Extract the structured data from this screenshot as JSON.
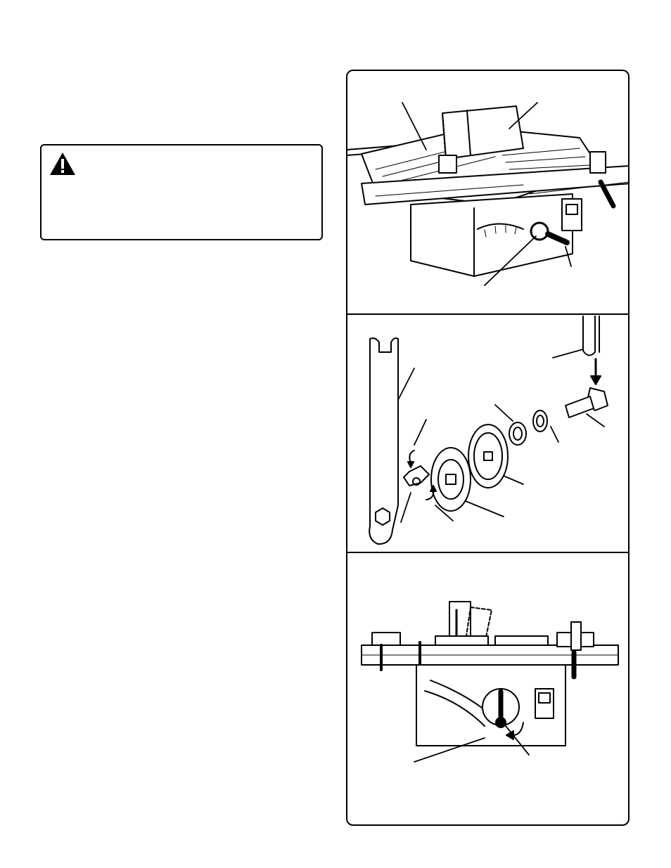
{
  "page": {
    "warning": {
      "icon": "warning-triangle-icon",
      "text": ""
    },
    "figures": [
      {
        "name": "table-saw-overview",
        "callouts": 4
      },
      {
        "name": "blade-arbor-exploded-view",
        "callouts": 9
      },
      {
        "name": "bevel-adjustment-front-view",
        "callouts": 2
      }
    ],
    "colors": {
      "line": "#000000",
      "background": "#ffffff"
    }
  }
}
